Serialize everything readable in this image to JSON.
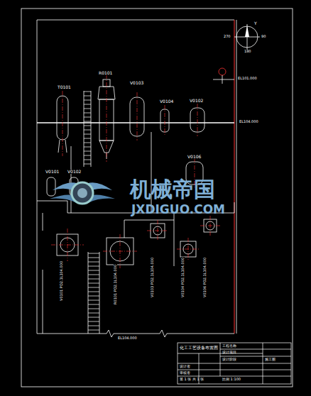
{
  "diagram": {
    "labels": [
      "T0101",
      "R0101",
      "V0103",
      "V0104",
      "V0102",
      "V0106",
      "V0101",
      "V0102",
      "EL101.000",
      "EL104.000",
      "EL104.000",
      "Y",
      "270",
      "90",
      "180",
      "V0101 PO2.1L104.000",
      "R0101 PO2.1L104.000",
      "V0103 PO2.1L104.000",
      "V0104 PO2.1L104.000",
      "V0106 PO2.1L104.000",
      "机械帝国",
      "JXDIGUO.COM",
      "化工工艺设备布置图",
      "工程名称",
      "设计项目",
      "设计阶段",
      "施工图",
      "设计者",
      "审核者",
      "比例 1:100",
      "第 1 张 共 1 张"
    ]
  }
}
